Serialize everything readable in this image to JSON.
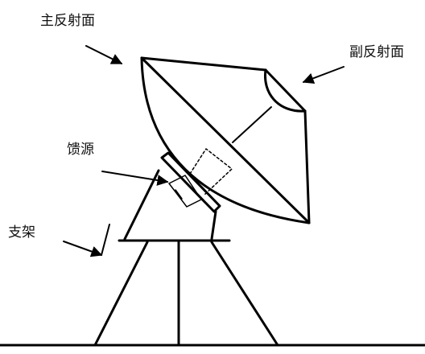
{
  "labels": {
    "main_reflector": "主反射面",
    "sub_reflector": "副反射面",
    "feed": "馈源",
    "mount": "支架"
  }
}
